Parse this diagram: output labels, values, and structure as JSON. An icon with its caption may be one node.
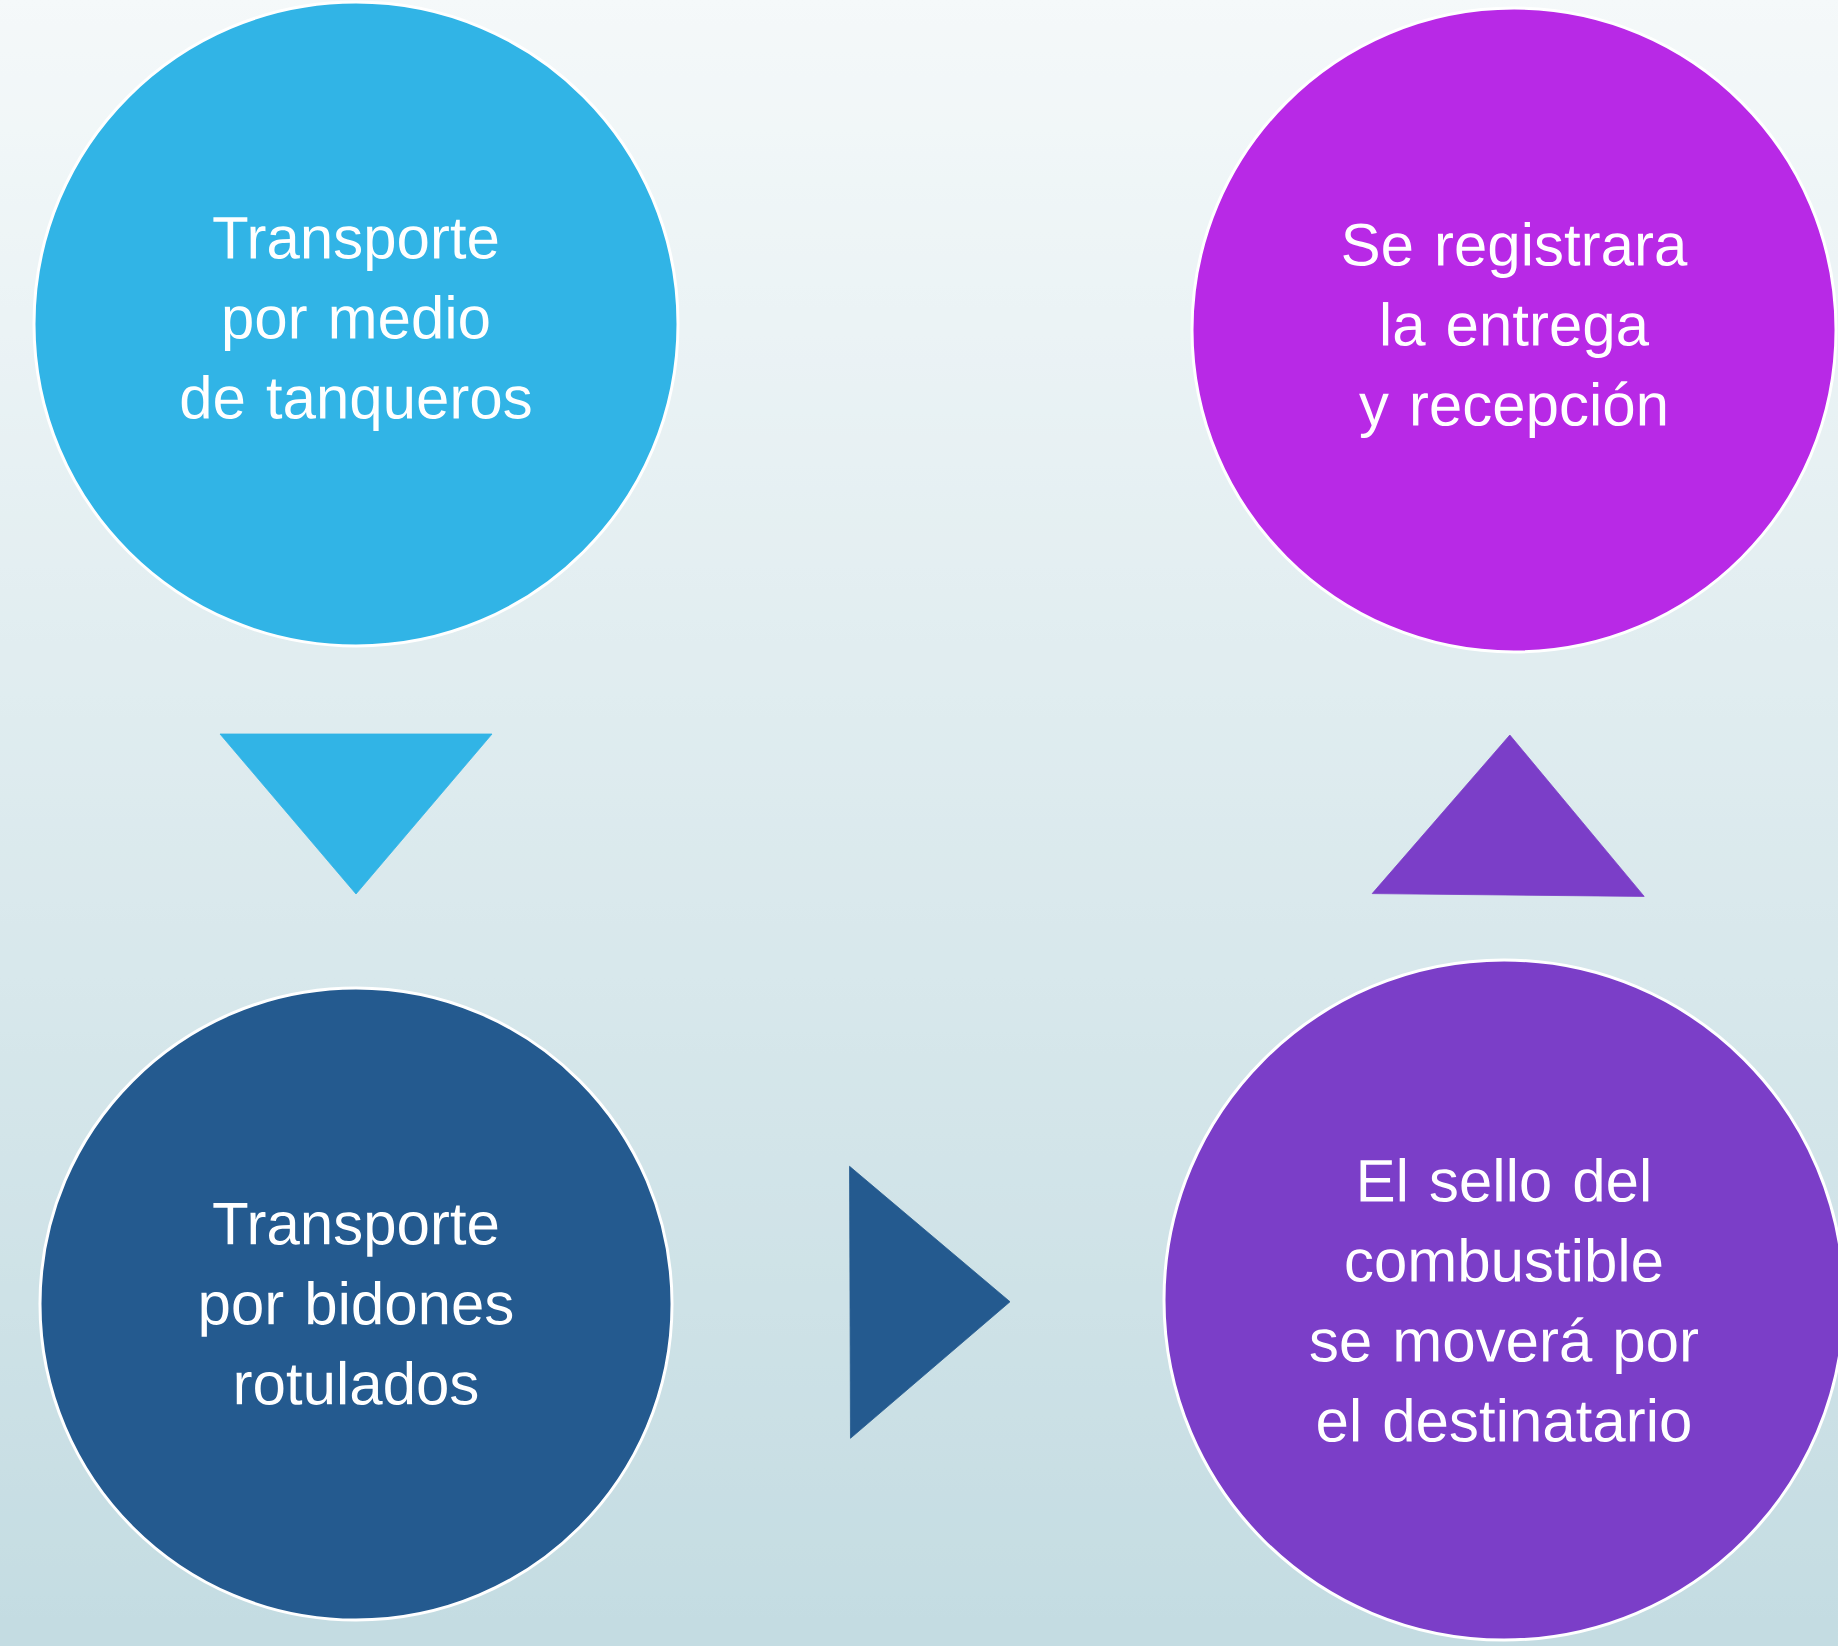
{
  "diagram": {
    "nodes": [
      {
        "text": [
          "Transporte por medio de tanqueros"
        ]
      },
      {
        "text": [
          "Se registrara la entrega y recepción"
        ]
      },
      {
        "text": [
          "Transporte por bidones rotulados"
        ]
      },
      {
        "text": [
          "El sello del combustible se moverá por el destinatario"
        ]
      }
    ],
    "edges": [
      {
        "from": 0,
        "to": 2,
        "arrow": "to",
        "color": "#31b4e6"
      },
      {
        "from": 2,
        "to": 3,
        "arrow": "to",
        "color": "#245a8f"
      },
      {
        "from": 3,
        "to": 1,
        "arrow": "to",
        "color": "#7b3ec8"
      }
    ]
  }
}
